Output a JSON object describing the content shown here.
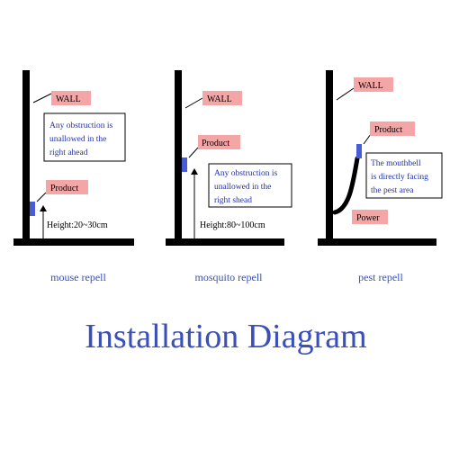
{
  "panels": [
    {
      "wall_tag": "WALL",
      "product_tag": "Product",
      "note_lines": [
        "Any obstruction is",
        "unallowed in the",
        "right ahead"
      ],
      "height_label": "Height:20~30cm",
      "caption": "mouse repell"
    },
    {
      "wall_tag": "WALL",
      "product_tag": "Product",
      "note_lines": [
        "Any obstruction is",
        "unallowed in the",
        "right shead"
      ],
      "height_label": "Height:80~100cm",
      "caption": "mosquito repell"
    },
    {
      "wall_tag": "WALL",
      "product_tag": "Product",
      "note_lines": [
        "The mouthbell",
        "is directly facing",
        "the pest area"
      ],
      "power_tag": "Power",
      "caption": "pest repell"
    }
  ],
  "title": "Installation Diagram",
  "colors": {
    "tag_fill": "#f4a6a6",
    "device": "#4a5bd8",
    "title": "#3a4fb8",
    "structure": "#000000"
  }
}
